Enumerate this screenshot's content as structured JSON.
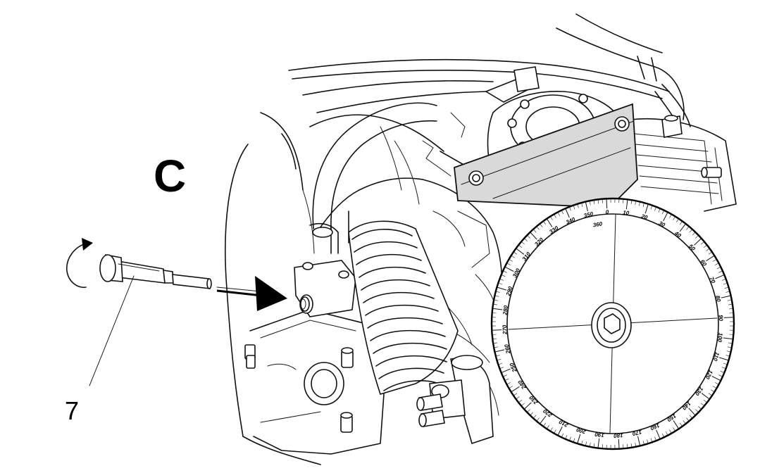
{
  "panel_letter": "C",
  "callout": {
    "number": "7"
  },
  "degree_wheel": {
    "labels": [
      "0",
      "10",
      "20",
      "30",
      "40",
      "50",
      "60",
      "70",
      "80",
      "90",
      "100",
      "110",
      "120",
      "130",
      "140",
      "150",
      "160",
      "170",
      "180",
      "190",
      "200",
      "210",
      "220",
      "230",
      "240",
      "250",
      "260",
      "270",
      "280",
      "290",
      "300",
      "310",
      "320",
      "330",
      "340",
      "350",
      "360"
    ]
  },
  "colors": {
    "line": "#111111",
    "bracket_fill": "#d9d9d9",
    "background": "#ffffff"
  }
}
